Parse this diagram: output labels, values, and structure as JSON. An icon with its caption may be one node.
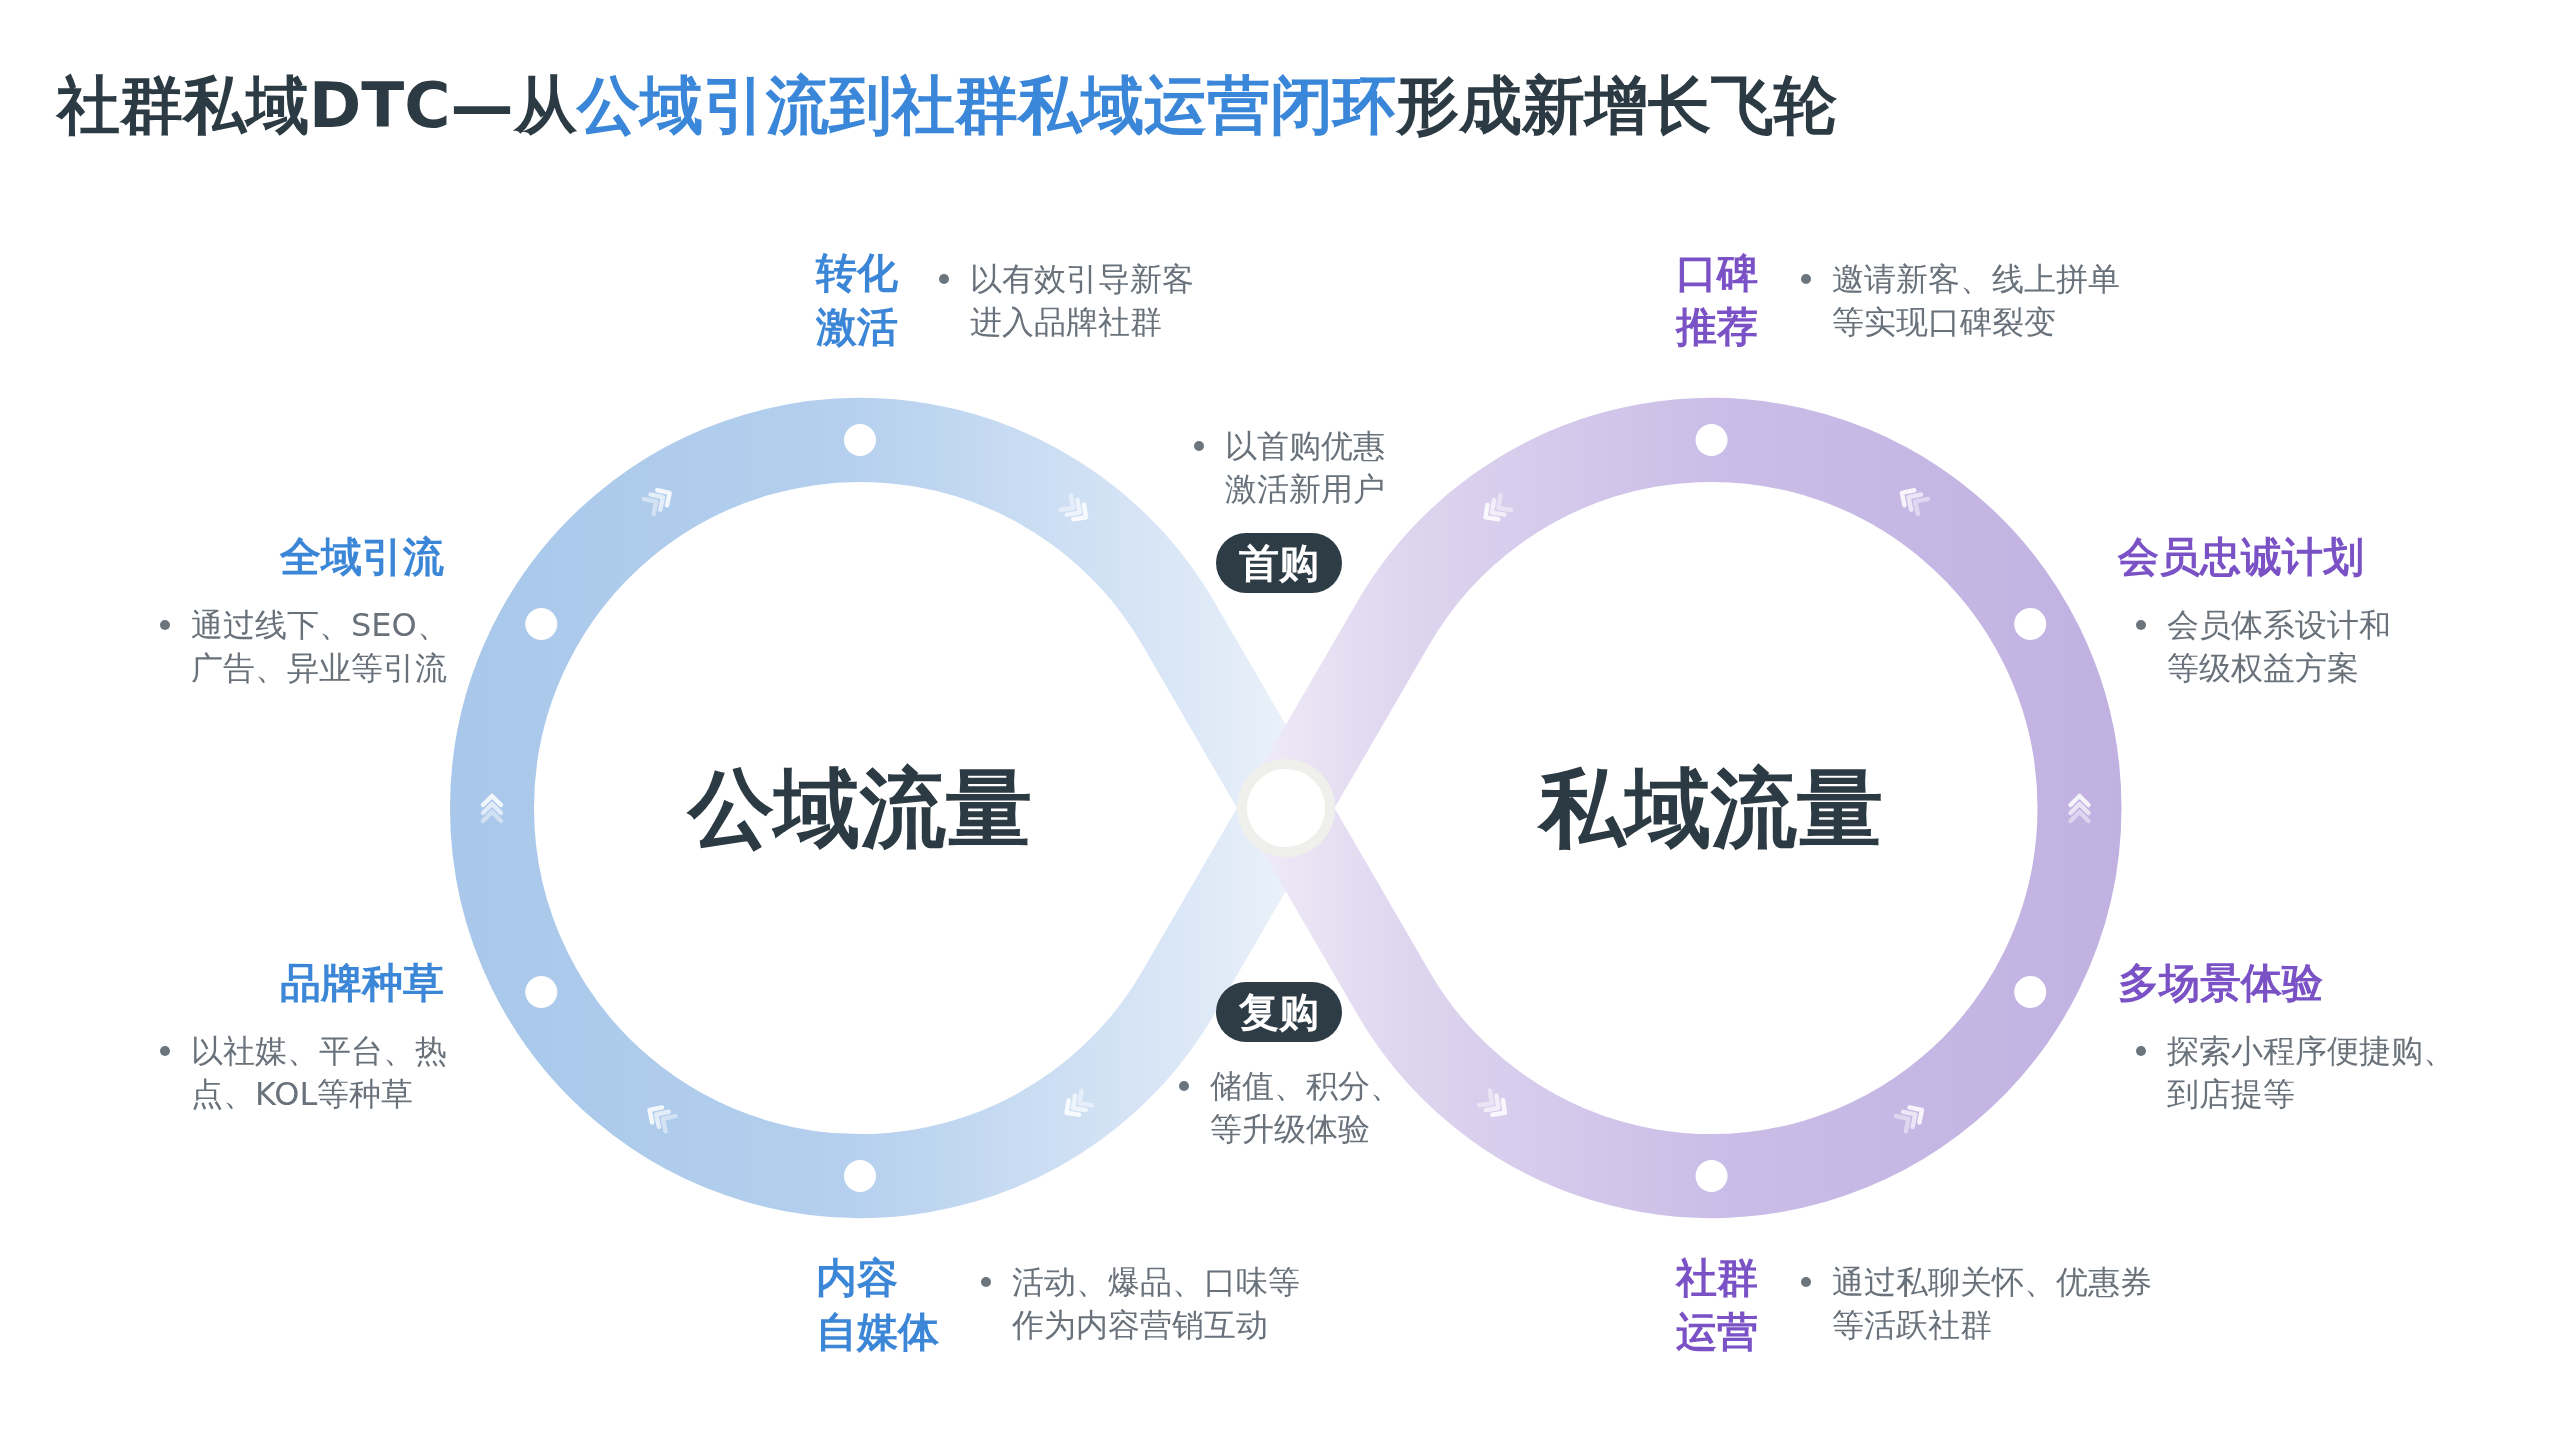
{
  "diagram": {
    "title": "社群私域DTC—从**公域引流到社群私域运营闭环**形成新增长飞轮",
    "nodes": [
      {
        "text": [
          "公域流量"
        ]
      },
      {
        "text": [
          "私域流量"
        ]
      },
      {
        "text": [
          "首购"
        ]
      },
      {
        "text": [],
        "shape": "circle"
      },
      {
        "text": [
          "复购"
        ]
      }
    ],
    "labels": [
      "转化激活",
      "以有效引导新客进入品牌社群",
      "口碑推荐",
      "邀请新客、线上拼单等实现口碑裂变",
      "以首购优惠激活新用户",
      "全域引流",
      "通过线下、SEO、广告、异业等引流",
      "会员忠诚计划",
      "会员体系设计和等级权益方案",
      "品牌种草",
      "以社媒、平台、热点、KOL等种草",
      "多场景体验",
      "探索小程序便捷购、到店提等",
      "储值、积分、等升级体验",
      "内容自媒体",
      "活动、爆品、口味等作为内容营销互动",
      "社群运营",
      "通过私聊关怀、优惠券等活跃社群"
    ]
  }
}
